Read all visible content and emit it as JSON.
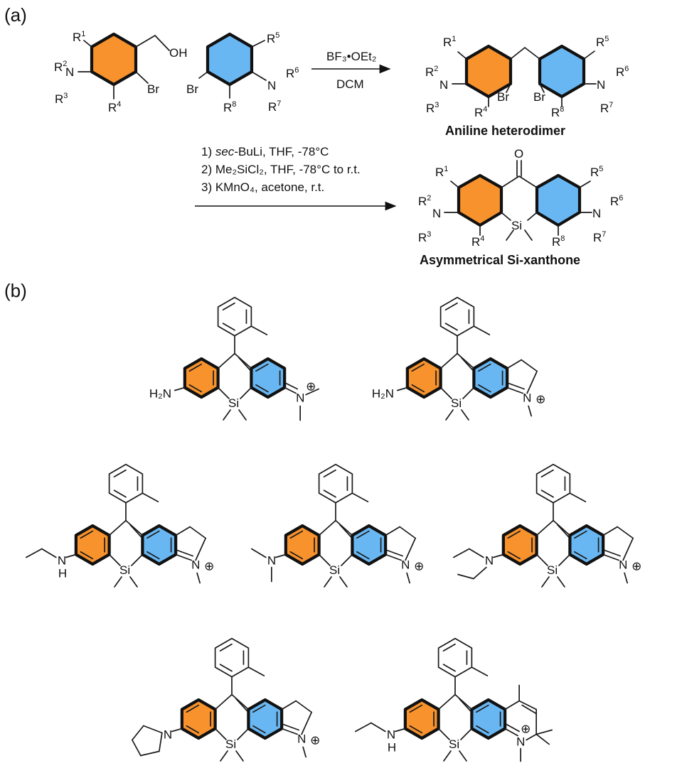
{
  "panel_labels": {
    "a": "(a)",
    "b": "(b)"
  },
  "step1": {
    "reagent": "BF₃•OEt₂",
    "solvent": "DCM"
  },
  "step2": {
    "line1_prefix": "1) ",
    "line1_italic": "sec",
    "line1_rest": "-BuLi, THF,  -78°C",
    "line2": "2) Me₂SiCl₂, THF,  -78°C to r.t.",
    "line3": "3) KMnO₄, acetone, r.t."
  },
  "products": {
    "dimer": "Aniline heterodimer",
    "xanthone": "Asymmetrical Si-xanthone"
  },
  "atoms": {
    "oh": "OH",
    "br": "Br",
    "n": "N",
    "si": "Si",
    "o": "O",
    "h2n": "H₂N",
    "h": "H",
    "charge": "⊕",
    "R": "R",
    "r1": "1",
    "r2": "2",
    "r3": "3",
    "r4": "4",
    "r5": "5",
    "r6": "6",
    "r7": "7",
    "r8": "8"
  },
  "colors": {
    "orange_ring": "#F7922D",
    "blue_ring": "#69B7F2"
  }
}
